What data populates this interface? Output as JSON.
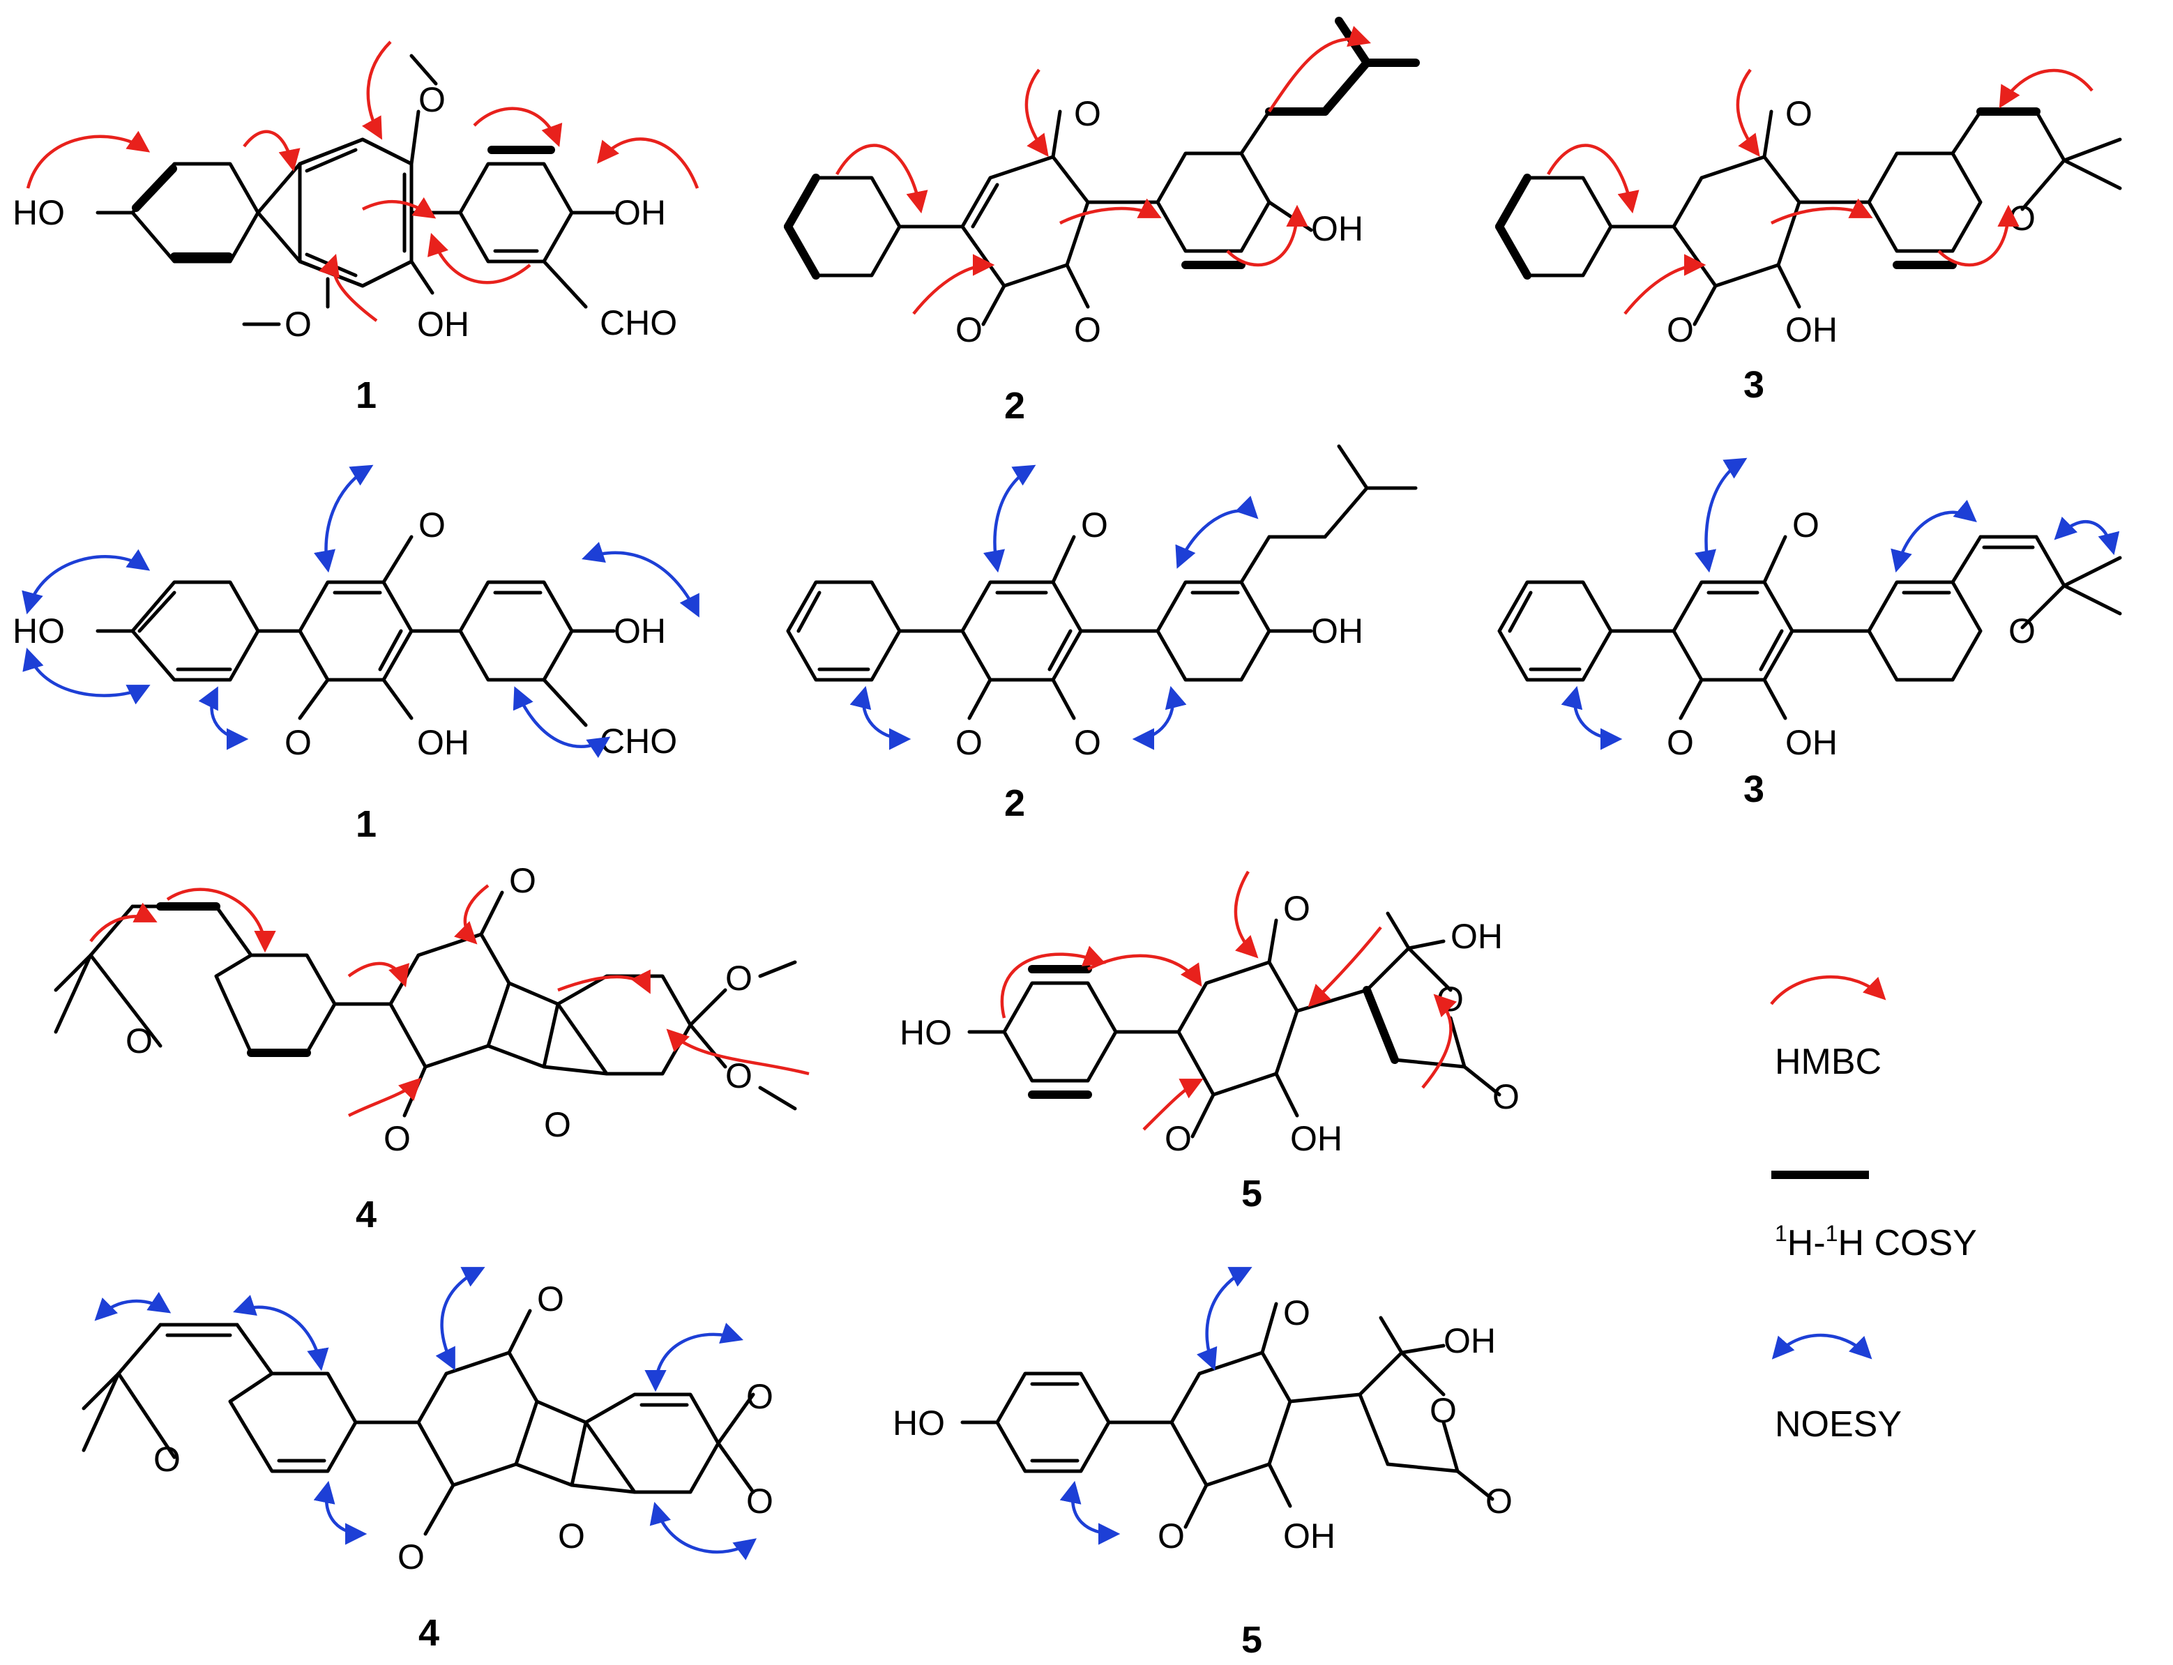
{
  "structure_labels": [
    "1",
    "2",
    "3",
    "4",
    "5"
  ],
  "atom_labels": {
    "HO": "HO",
    "OH": "OH",
    "O": "O",
    "CHO": "CHO"
  },
  "legend": {
    "hmbc": "HMBC",
    "cosy_sup1": "1",
    "cosy_h1": "H-",
    "cosy_sup2": "1",
    "cosy_h2": "H COSY",
    "noesy": "NOESY"
  },
  "colors": {
    "hmbc": "#e8211c",
    "noesy": "#1d3fd6",
    "bonds": "#000000"
  }
}
